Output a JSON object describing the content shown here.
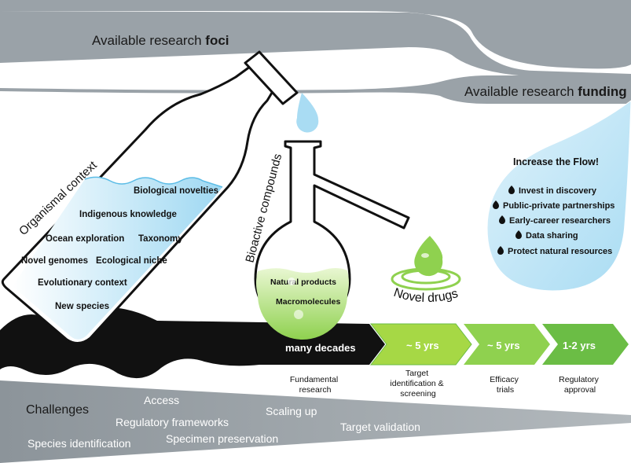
{
  "top_band": {
    "prefix": "Available research ",
    "bold": "foci"
  },
  "funding_band": {
    "prefix": "Available research ",
    "bold": "funding"
  },
  "bottle": {
    "label": "Organismal context",
    "items": [
      "Biological novelties",
      "Indigenous knowledge",
      "Ocean exploration",
      "Taxonomy",
      "Novel genomes",
      "Ecological niche",
      "Evolutionary context",
      "New species"
    ]
  },
  "flask": {
    "label": "Bioactive compounds",
    "items": [
      "Natural products",
      "Macromolecules"
    ]
  },
  "novel_drugs": "Novel drugs",
  "flow": {
    "title": "Increase the Flow!",
    "items": [
      "Invest in discovery",
      "Public-private partnerships",
      "Early-career researchers",
      "Data sharing",
      "Protect natural resources"
    ]
  },
  "timeline": {
    "main": "many decades",
    "steps": [
      "~ 5 yrs",
      "~ 5 yrs",
      "1-2 yrs"
    ],
    "colors": {
      "dark": "#111111",
      "green_light": "#a6d845",
      "green_dark": "#6bbd45"
    }
  },
  "stages": [
    {
      "lines": [
        "Fundamental",
        "research"
      ]
    },
    {
      "lines": [
        "Target",
        "identification &",
        "screening"
      ]
    },
    {
      "lines": [
        "Efficacy",
        "trials"
      ]
    },
    {
      "lines": [
        "Regulatory",
        "approval"
      ]
    }
  ],
  "challenges": {
    "title": "Challenges",
    "items": [
      "Access",
      "Regulatory frameworks",
      "Scaling up",
      "Target validation",
      "Specimen preservation",
      "Species identification"
    ]
  },
  "palette": {
    "gray": "#9aa2a8",
    "blue_light": "#dff2fb",
    "blue": "#a9dcf3",
    "green": "#8fd14f"
  }
}
